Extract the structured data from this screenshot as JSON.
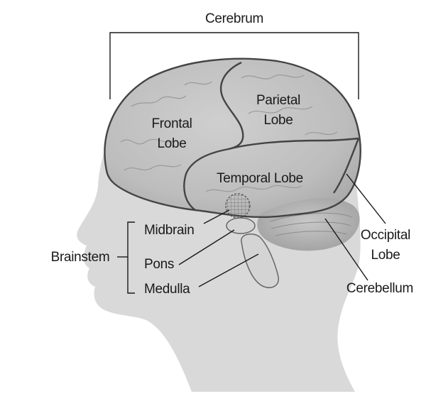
{
  "labels": {
    "cerebrum": "Cerebrum",
    "frontal_line1": "Frontal",
    "frontal_line2": "Lobe",
    "parietal_line1": "Parietal",
    "parietal_line2": "Lobe",
    "temporal": "Temporal Lobe",
    "occipital_line1": "Occipital",
    "occipital_line2": "Lobe",
    "cerebellum": "Cerebellum",
    "brainstem": "Brainstem",
    "midbrain": "Midbrain",
    "pons": "Pons",
    "medulla": "Medulla"
  },
  "colors": {
    "head_silhouette": "#d9d9d9",
    "brain_fill": "#c4c4c4",
    "lobe_outline": "#444444",
    "text": "#1a1a1a"
  }
}
